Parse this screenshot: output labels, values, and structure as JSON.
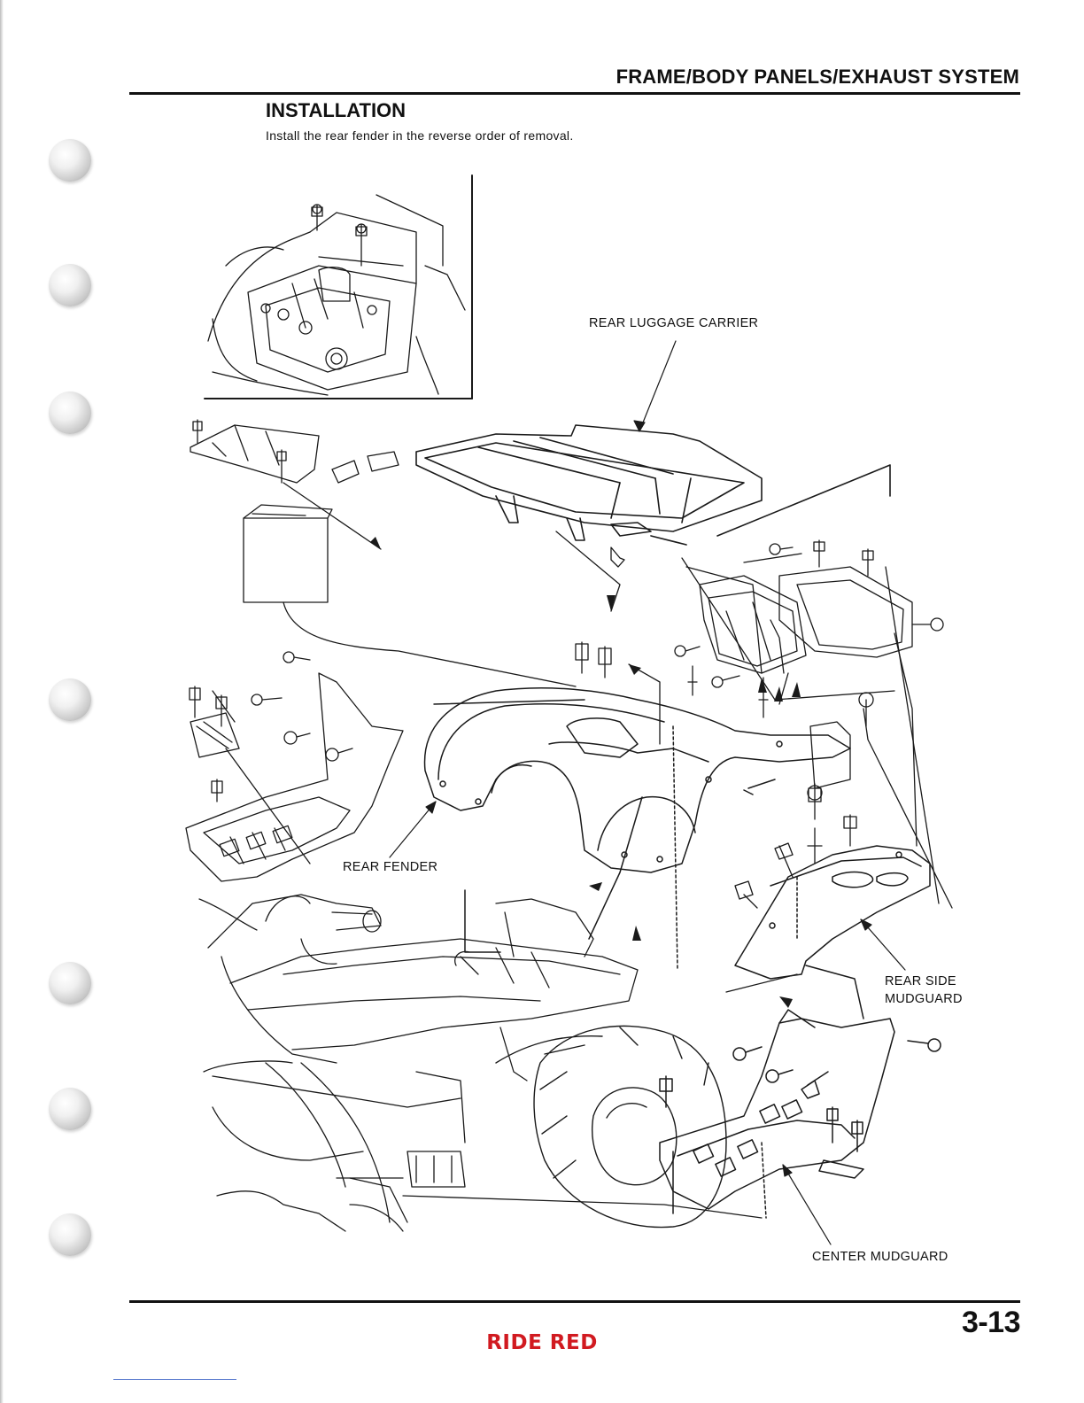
{
  "header": {
    "section_title": "FRAME/BODY PANELS/EXHAUST SYSTEM"
  },
  "content": {
    "heading": "INSTALLATION",
    "intro": "Install the rear fender in the reverse order of removal."
  },
  "callouts": {
    "rear_luggage_carrier": "REAR LUGGAGE CARRIER",
    "rear_fender": "REAR FENDER",
    "rear_side_mudguard_1": "REAR SIDE",
    "rear_side_mudguard_2": "MUDGUARD",
    "center_mudguard": "CENTER MUDGUARD"
  },
  "footer": {
    "page_number": "3-13",
    "brand": "RIDE RED"
  },
  "colors": {
    "ink": "#111111",
    "brand_red": "#d11a20",
    "binder_hole": "#c9c9c9"
  }
}
